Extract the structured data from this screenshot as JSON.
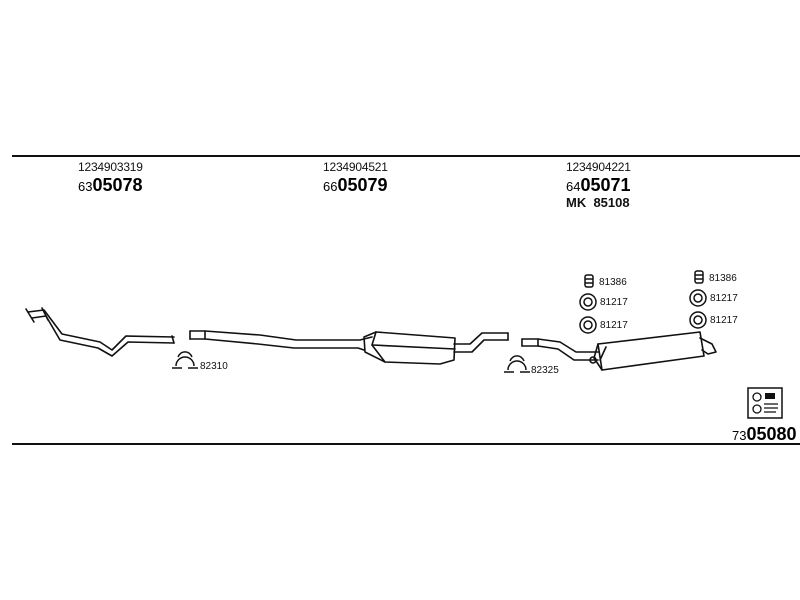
{
  "groups": [
    {
      "oe_number": "1234903319",
      "prefix": "63",
      "part_number": "05078"
    },
    {
      "oe_number": "1234904521",
      "prefix": "66",
      "part_number": "05079"
    },
    {
      "oe_number": "1234904221",
      "prefix": "64",
      "part_number": "05071",
      "kit_label": "MK",
      "kit_number": "85108"
    }
  ],
  "accessories": {
    "clamp_1": "82310",
    "clamp_2": "82325",
    "left_column": [
      "81386",
      "81217",
      "81217"
    ],
    "right_column": [
      "81386",
      "81217",
      "81217"
    ]
  },
  "mounting_kit": {
    "prefix": "73",
    "part_number": "05080",
    "icon": "mounting-kit-icon"
  }
}
